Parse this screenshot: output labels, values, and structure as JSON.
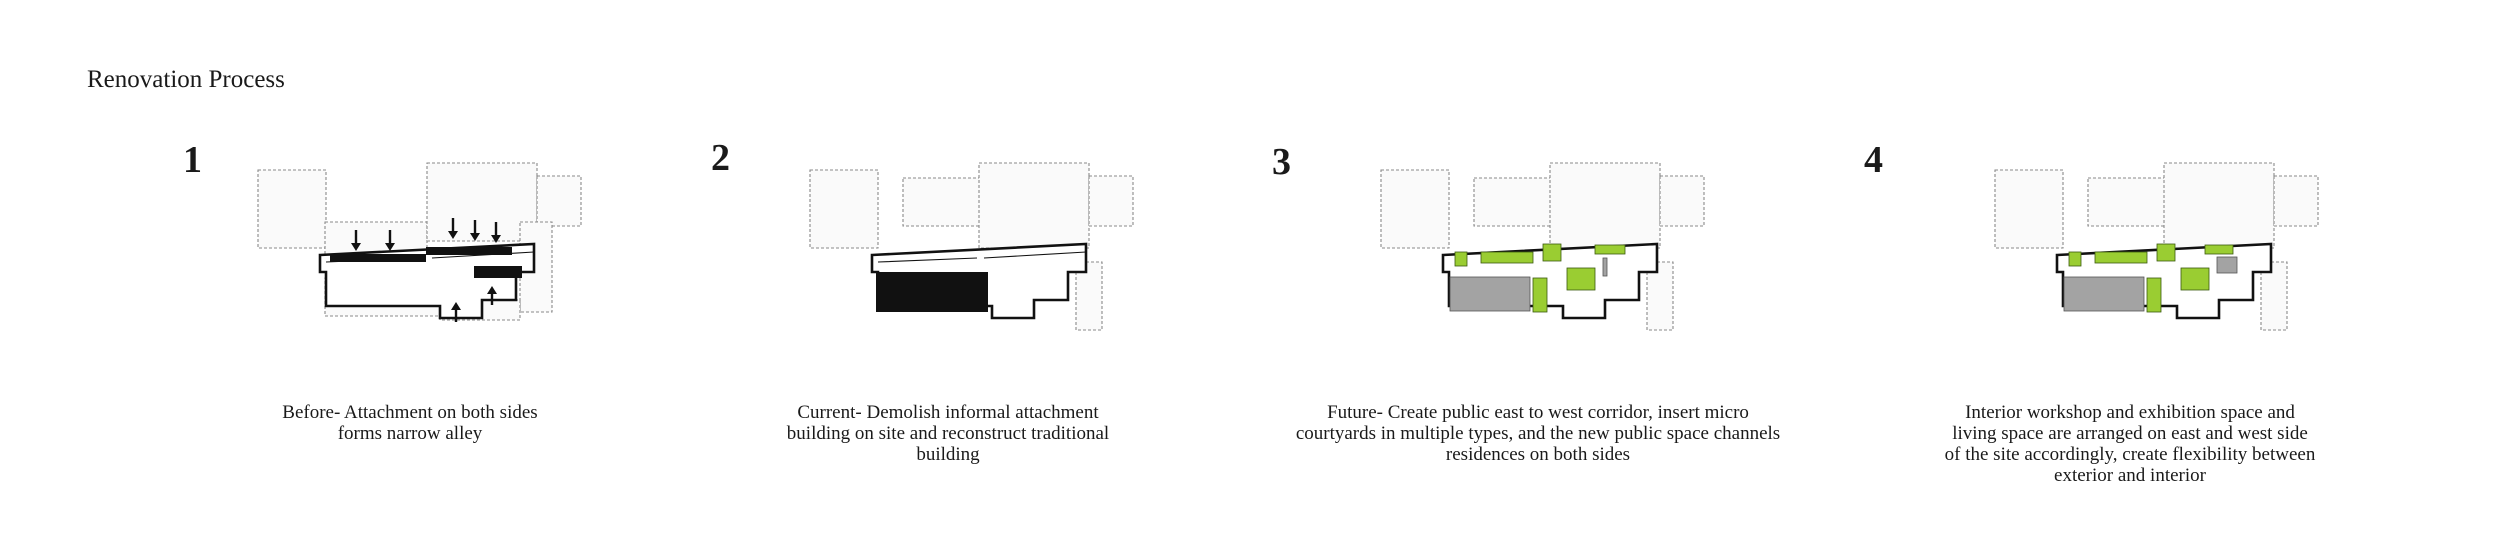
{
  "title": "Renovation Process",
  "steps": [
    {
      "number": "1",
      "caption_lines": [
        "Before- Attachment on both sides",
        "forms narrow alley"
      ]
    },
    {
      "number": "2",
      "caption_lines": [
        "Current- Demolish informal attachment",
        "building on site and reconstruct traditional",
        "building"
      ]
    },
    {
      "number": "3",
      "caption_lines": [
        "Future- Create public east to west corridor, insert micro",
        "courtyards in multiple types, and the new public space channels",
        "residences on both sides"
      ]
    },
    {
      "number": "4",
      "caption_lines": [
        "Interior workshop and exhibition space and",
        "living space are arranged on east and west side",
        "of the site accordingly, create flexibility between",
        "exterior and interior"
      ]
    }
  ],
  "colors": {
    "green": "#9acd32",
    "grey": "#a3a3a3",
    "black": "#111111"
  }
}
